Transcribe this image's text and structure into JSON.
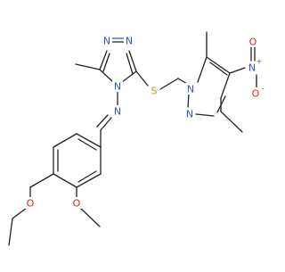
{
  "molecule": {
    "atom_labels": {
      "n_triazole_a": "N",
      "n_triazole_b": "N",
      "n_triazole_c": "N",
      "n_imine": "N",
      "s_thioether": "S",
      "n_pyrazole_1": "N",
      "n_pyrazole_2": "N",
      "n_nitro": "N",
      "n_nitro_charge": "+",
      "o_nitro_a": "O",
      "o_nitro_b": "O",
      "o_nitro_charge": "-",
      "o_ether": "O",
      "o_methoxy": "O"
    },
    "colors": {
      "carbon_bond": "#222222",
      "nitrogen": "#3050d0",
      "oxygen": "#e02020",
      "sulfur": "#b8a000",
      "background": "#ffffff"
    }
  }
}
